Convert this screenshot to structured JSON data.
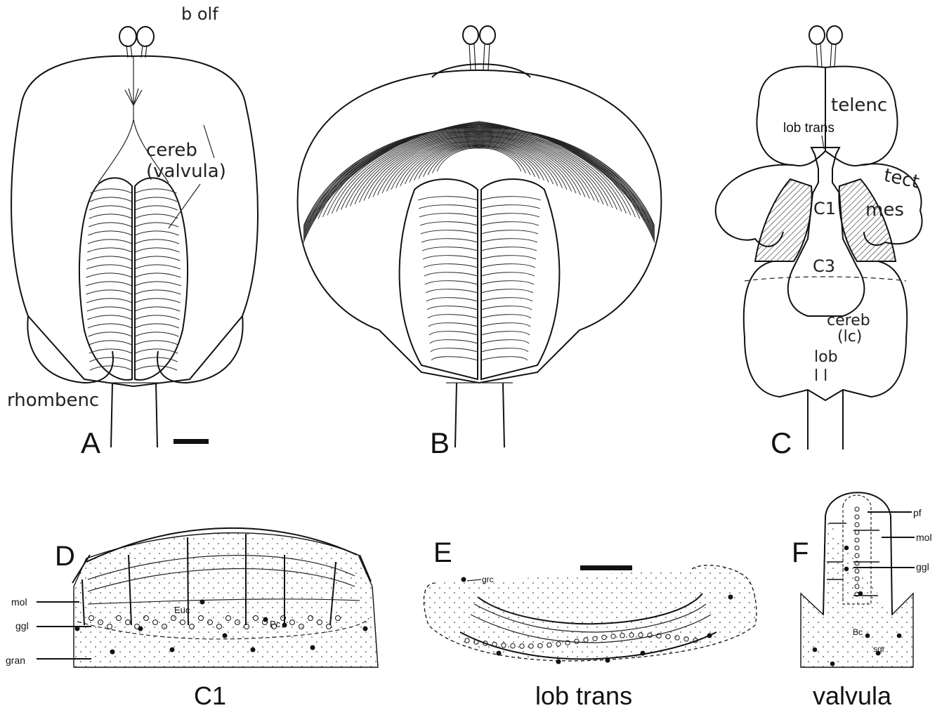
{
  "panels": {
    "A": {
      "letter": "A",
      "labels": {
        "bolf": "b olf",
        "cereb": "cereb",
        "valvula": "(valvula)",
        "rhombenc": "rhombenc"
      }
    },
    "B": {
      "letter": "B"
    },
    "C": {
      "letter": "C",
      "labels": {
        "telenc": "telenc",
        "lobtrans": "lob trans",
        "tect": "tect",
        "mes": "mes",
        "c1": "C1",
        "c3": "C3",
        "cereb": "cereb",
        "lc": "(lc)",
        "lob": "lob",
        "ll": "l l"
      }
    },
    "D": {
      "letter": "D",
      "caption": "C1",
      "labels": {
        "mol": "mol",
        "ggl": "ggl",
        "gran": "gran",
        "euc": "Euc",
        "pc": "Pc"
      }
    },
    "E": {
      "letter": "E",
      "caption": "lob trans",
      "labels": {
        "grc": "grc"
      }
    },
    "F": {
      "letter": "F",
      "caption": "valvula",
      "labels": {
        "pf": "pf",
        "mol": "mol",
        "ggl": "ggl",
        "bc": "Bc",
        "sgr": "sgr"
      }
    }
  }
}
